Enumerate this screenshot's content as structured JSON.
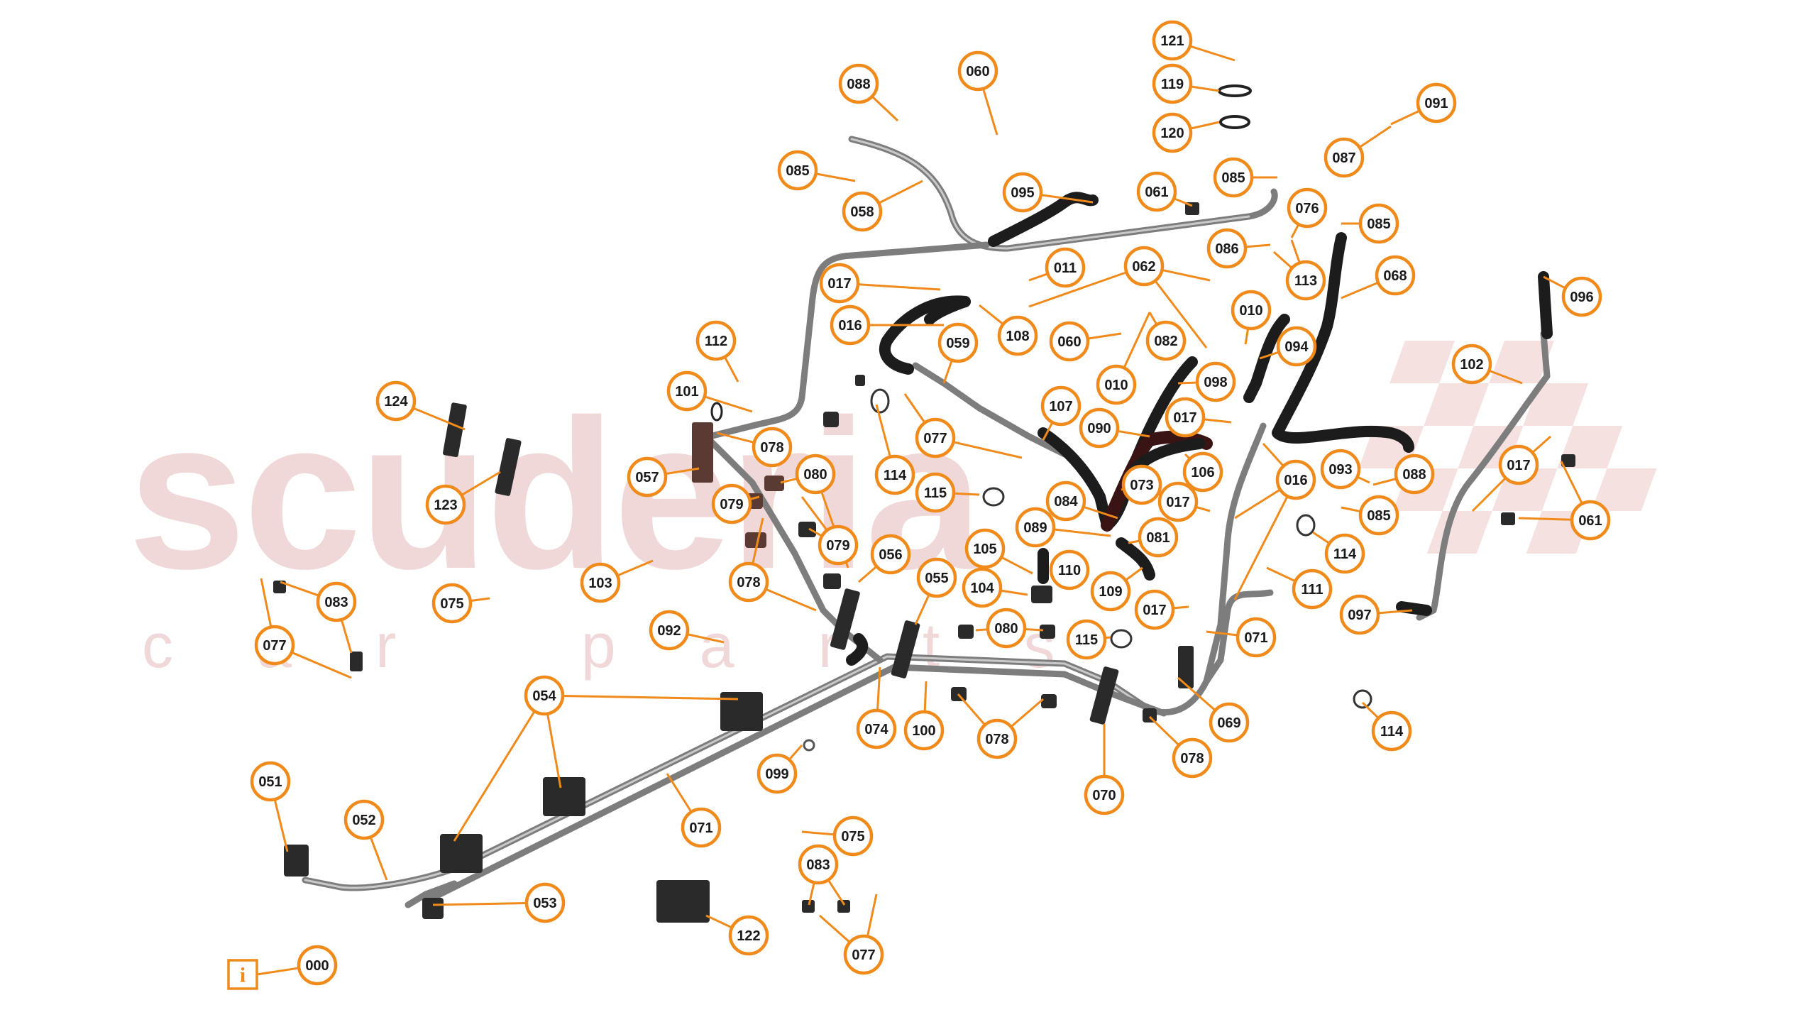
{
  "watermark": {
    "brand": "scuderia",
    "subline": "car parts"
  },
  "info_marker": "i",
  "callout_labels": [
    "121",
    "119",
    "120",
    "091",
    "087",
    "088",
    "060",
    "085",
    "058",
    "095",
    "061",
    "085",
    "076",
    "085",
    "086",
    "113",
    "068",
    "096",
    "011",
    "062",
    "017",
    "016",
    "108",
    "059",
    "112",
    "060",
    "082",
    "010",
    "010",
    "094",
    "098",
    "102",
    "101",
    "124",
    "107",
    "017",
    "090",
    "078",
    "057",
    "080",
    "077",
    "114",
    "106",
    "123",
    "079",
    "115",
    "073",
    "084",
    "089",
    "081",
    "016",
    "093",
    "088",
    "017",
    "085",
    "017",
    "061",
    "079",
    "105",
    "114",
    "110",
    "109",
    "078",
    "103",
    "104",
    "056",
    "055",
    "111",
    "017",
    "075",
    "083",
    "097",
    "092",
    "080",
    "115",
    "071",
    "077",
    "054",
    "074",
    "100",
    "078",
    "069",
    "099",
    "114",
    "078",
    "070",
    "051",
    "052",
    "071",
    "075",
    "083",
    "053",
    "122",
    "077",
    "000"
  ],
  "colors": {
    "callout": "#f08a1a",
    "watermark": "#f1d8d8",
    "tube": "#7d7d7d",
    "hose": "#1c1c1c"
  }
}
